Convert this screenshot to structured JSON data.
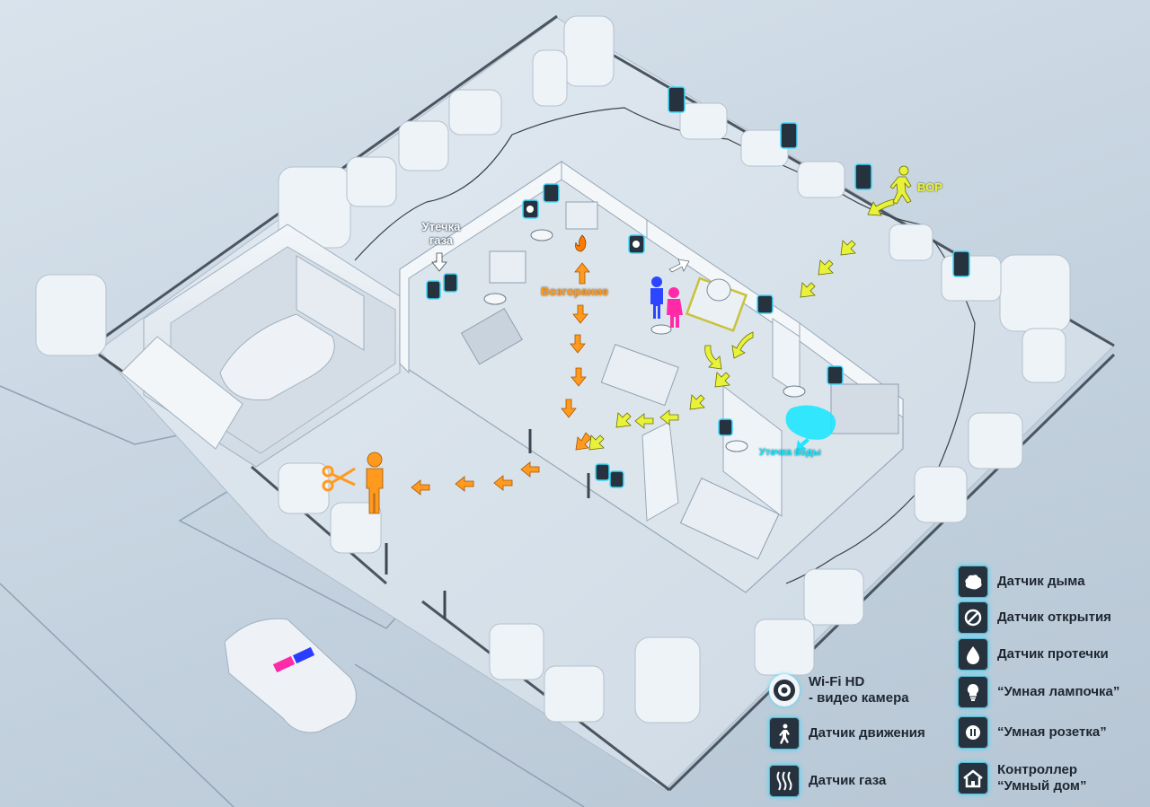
{
  "scene_labels": {
    "gas_leak": "Утечка\nгаза",
    "fire": "Возгорание",
    "thief": "ВОР",
    "water_leak": "Утечка воды"
  },
  "legend": [
    {
      "icon": "smoke-icon",
      "label": "Датчик дыма"
    },
    {
      "icon": "door-open-icon",
      "label": "Датчик открытия"
    },
    {
      "icon": "water-drop-icon",
      "label": "Датчик протечки"
    },
    {
      "icon": "lightbulb-icon",
      "label": "“Умная лампочка”"
    },
    {
      "icon": "socket-icon",
      "label": "“Умная розетка”"
    },
    {
      "icon": "house-icon",
      "label": "Контроллер\n“Умный дом”"
    },
    {
      "icon": "camera-icon",
      "label": "Wi-Fi HD\n- видео камера"
    },
    {
      "icon": "motion-icon",
      "label": "Датчик движения"
    },
    {
      "icon": "gas-icon",
      "label": "Датчик газа"
    }
  ],
  "colors": {
    "fire_path": "#ff9a1e",
    "thief_path": "#e9f23a",
    "water": "#1ee6ff",
    "sensor_glow": "#3fd9ff"
  }
}
